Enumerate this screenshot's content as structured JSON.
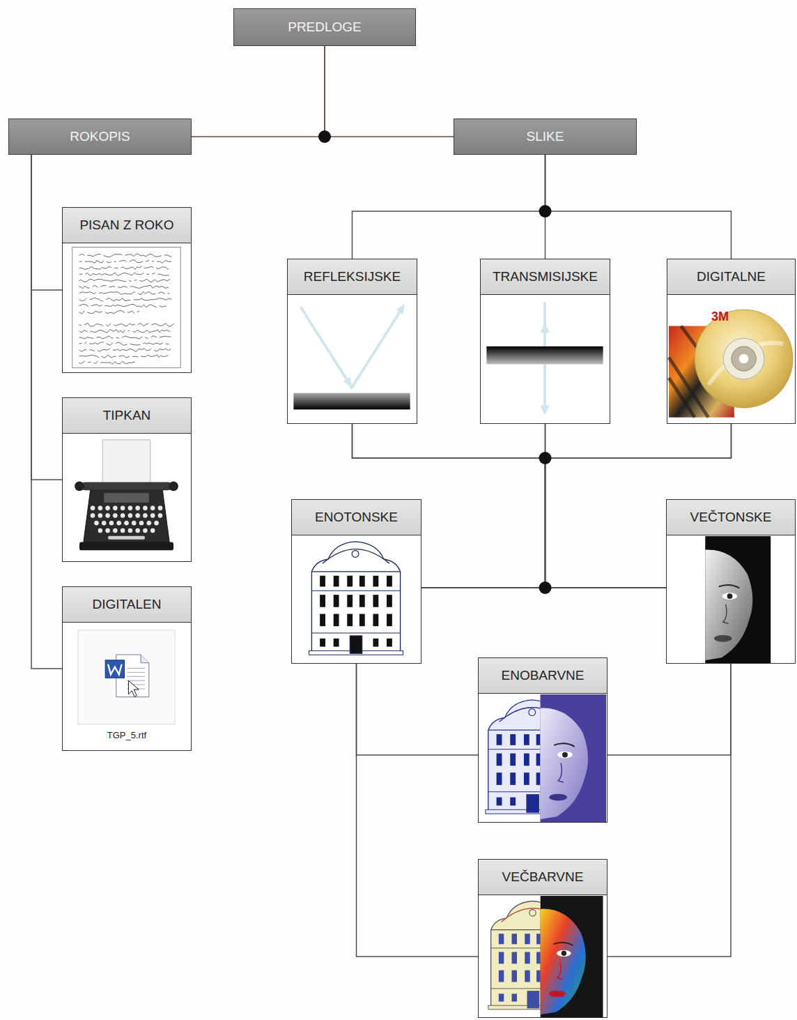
{
  "diagram": {
    "nodes": [
      {
        "text": [
          "PREDLOGE"
        ]
      },
      {
        "text": [
          "ROKOPIS"
        ]
      },
      {
        "text": [
          "SLIKE"
        ]
      },
      {
        "text": [
          "PISAN Z ROKO"
        ]
      },
      {
        "text": [
          "REFLEKSIJSKE"
        ]
      },
      {
        "text": [
          "TRANSMISIJSKE"
        ]
      },
      {
        "text": [
          "DIGITALNE"
        ]
      },
      {
        "text": [
          "TIPKAN"
        ]
      },
      {
        "text": [
          "ENOTONSKE"
        ]
      },
      {
        "text": [
          "VEČTONSKE"
        ]
      },
      {
        "text": [
          "DIGITALEN",
          "TGP_5.rtf"
        ]
      },
      {
        "text": [
          "ENOBARVNE"
        ]
      },
      {
        "text": [
          "VEČBARVNE"
        ]
      }
    ],
    "edges": [
      {
        "from": 0,
        "to": 1,
        "arrow": "none"
      },
      {
        "from": 0,
        "to": 2,
        "arrow": "none"
      },
      {
        "from": 1,
        "to": 3,
        "arrow": "none"
      },
      {
        "from": 1,
        "to": 7,
        "arrow": "none"
      },
      {
        "from": 1,
        "to": 10,
        "arrow": "none"
      },
      {
        "from": 2,
        "to": 4,
        "arrow": "none"
      },
      {
        "from": 2,
        "to": 5,
        "arrow": "none"
      },
      {
        "from": 2,
        "to": 6,
        "arrow": "none"
      },
      {
        "from": 4,
        "to": 8,
        "arrow": "none"
      },
      {
        "from": 4,
        "to": 9,
        "arrow": "none"
      },
      {
        "from": 5,
        "to": 8,
        "arrow": "none"
      },
      {
        "from": 5,
        "to": 9,
        "arrow": "none"
      },
      {
        "from": 6,
        "to": 8,
        "arrow": "none"
      },
      {
        "from": 6,
        "to": 9,
        "arrow": "none"
      },
      {
        "from": 8,
        "to": 11,
        "arrow": "none"
      },
      {
        "from": 8,
        "to": 12,
        "arrow": "none"
      },
      {
        "from": 9,
        "to": 11,
        "arrow": "none"
      },
      {
        "from": 9,
        "to": 12,
        "arrow": "none"
      }
    ],
    "labels": [
      "3M"
    ]
  }
}
